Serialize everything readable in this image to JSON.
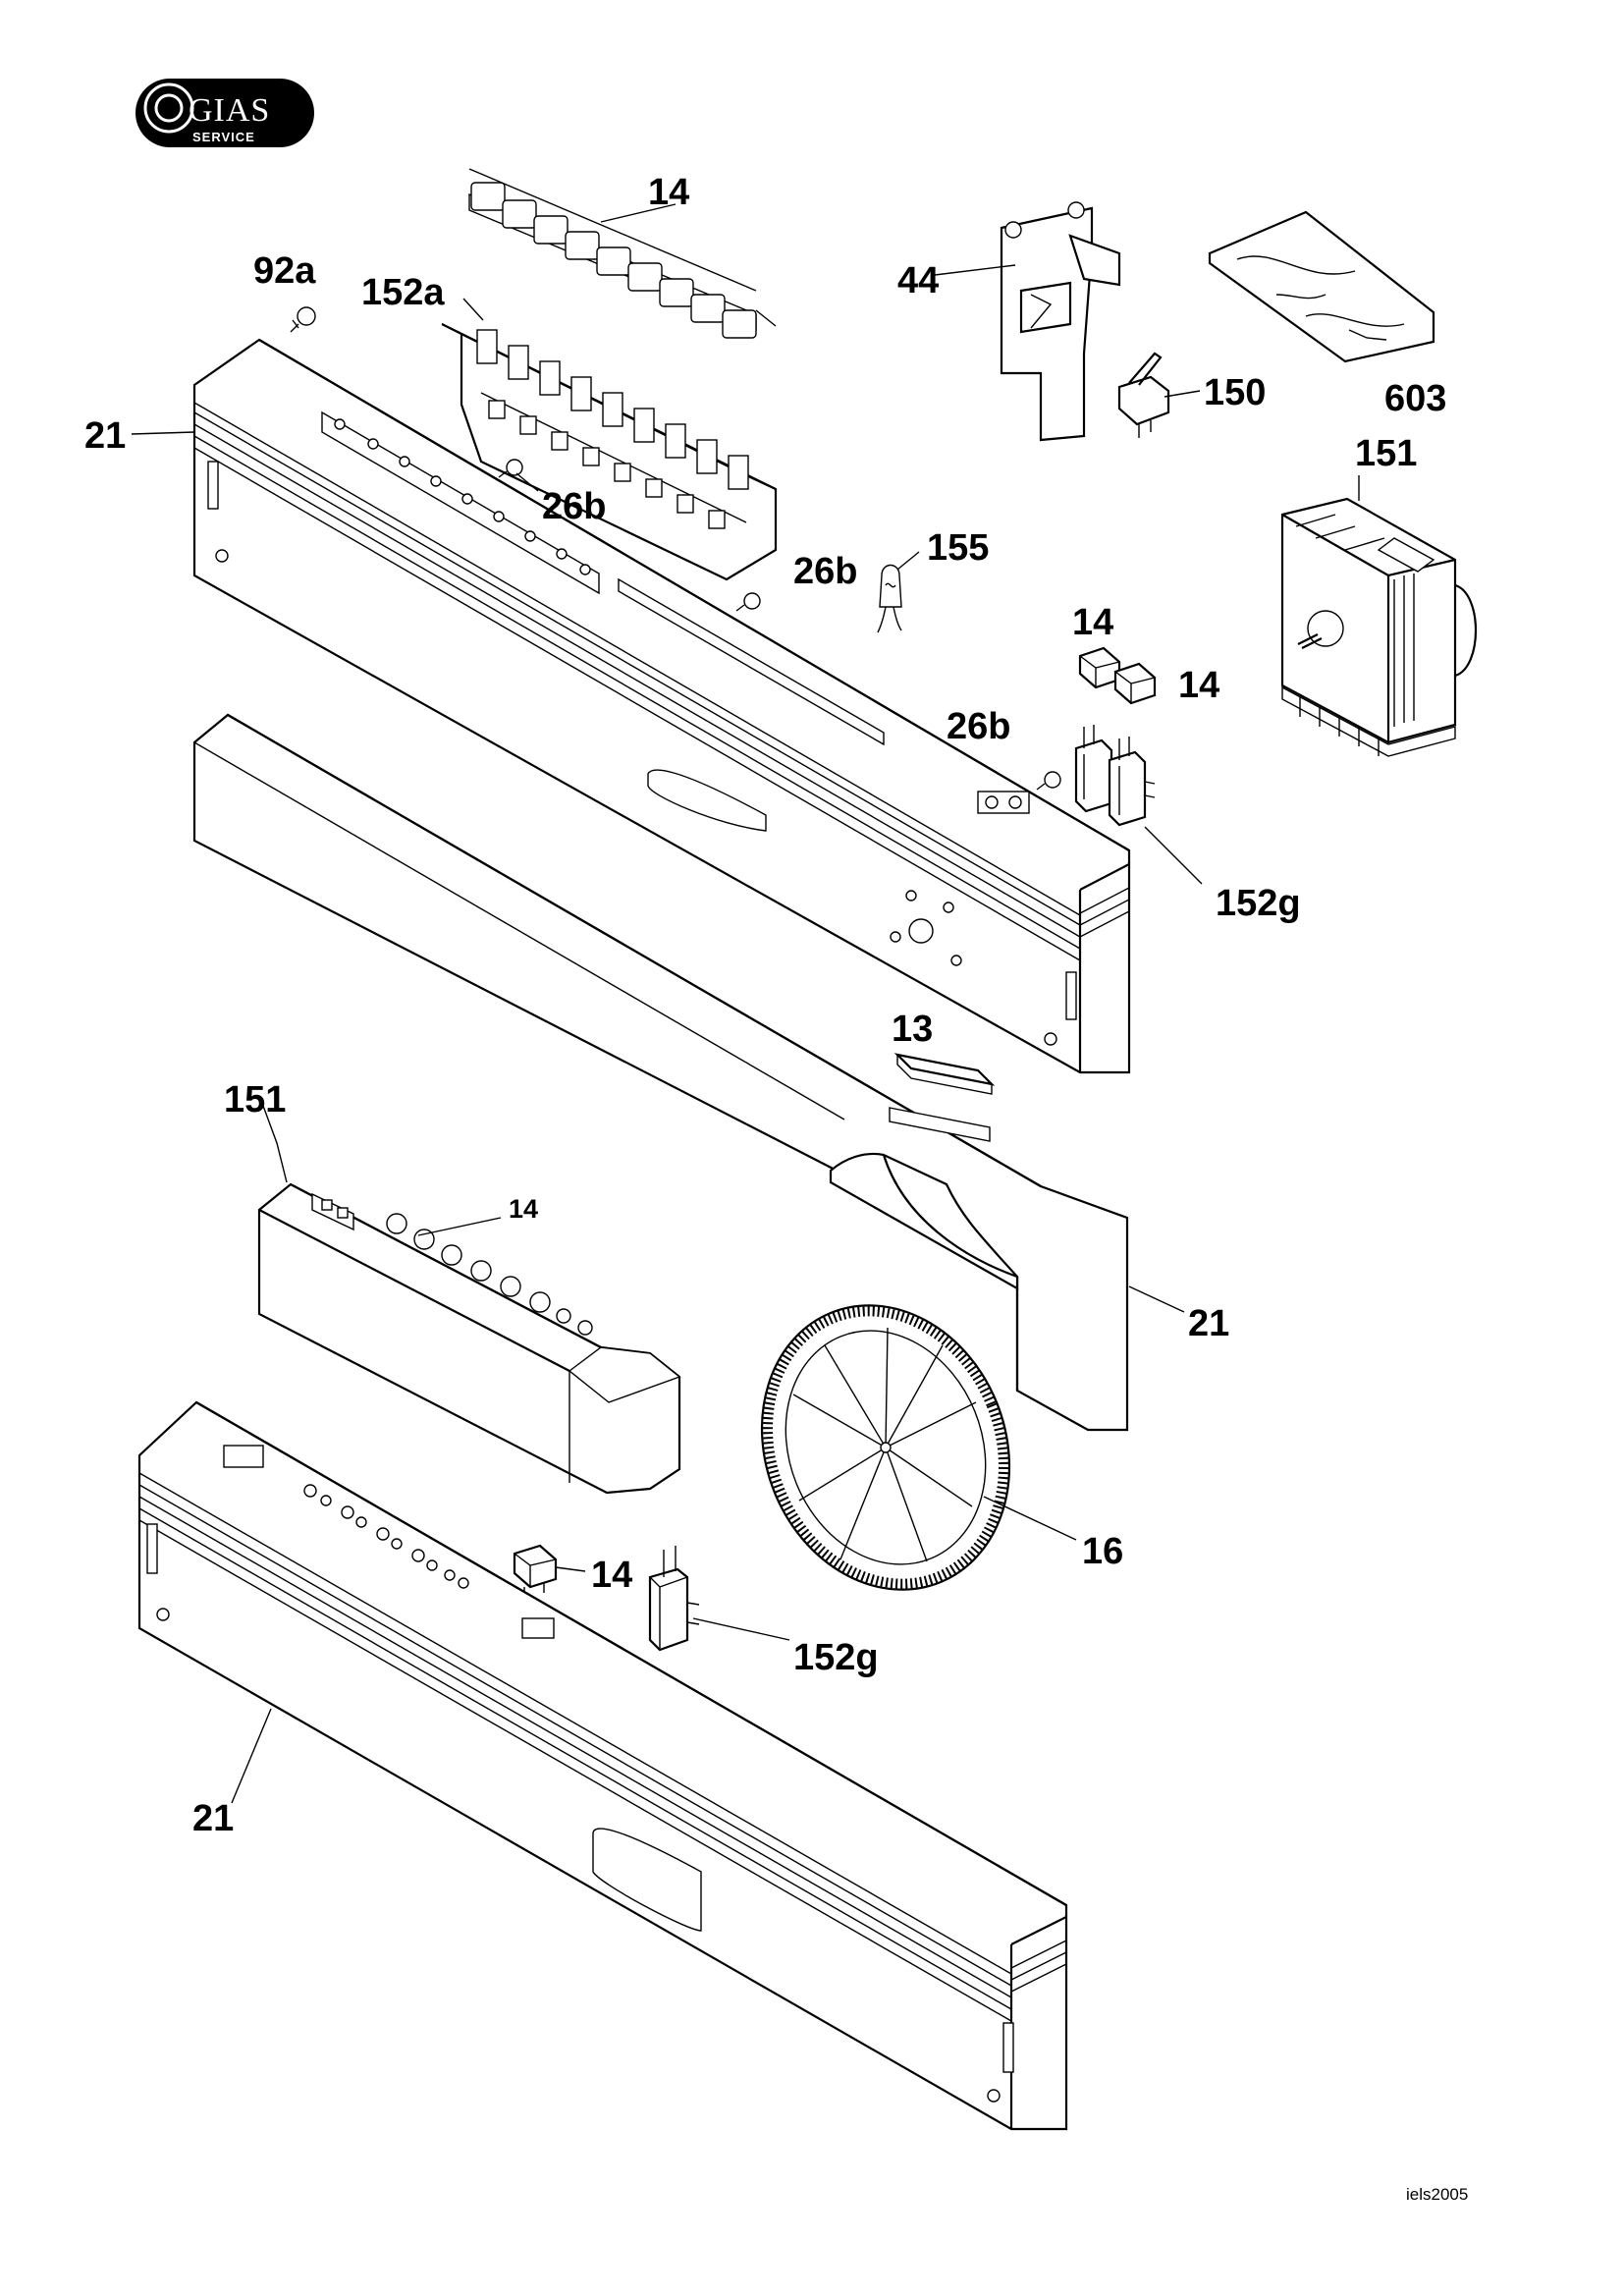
{
  "logo": {
    "brand": "GIAS",
    "sub": "SERVICE"
  },
  "labels": {
    "p14_top": "14",
    "p92a": "92a",
    "p152a": "152a",
    "p44": "44",
    "p603": "603",
    "p150": "150",
    "p21_top": "21",
    "p151_top": "151",
    "p26b_a": "26b",
    "p26b_b": "26b",
    "p155": "155",
    "p14_right_a": "14",
    "p14_right_b": "14",
    "p26b_c": "26b",
    "p152g_top": "152g",
    "p13": "13",
    "p151_mid": "151",
    "p14_small": "14",
    "p21_mid": "21",
    "p16": "16",
    "p14_bottom": "14",
    "p152g_bottom": "152g",
    "p21_bottom": "21"
  },
  "drawing_code": "iels2005"
}
